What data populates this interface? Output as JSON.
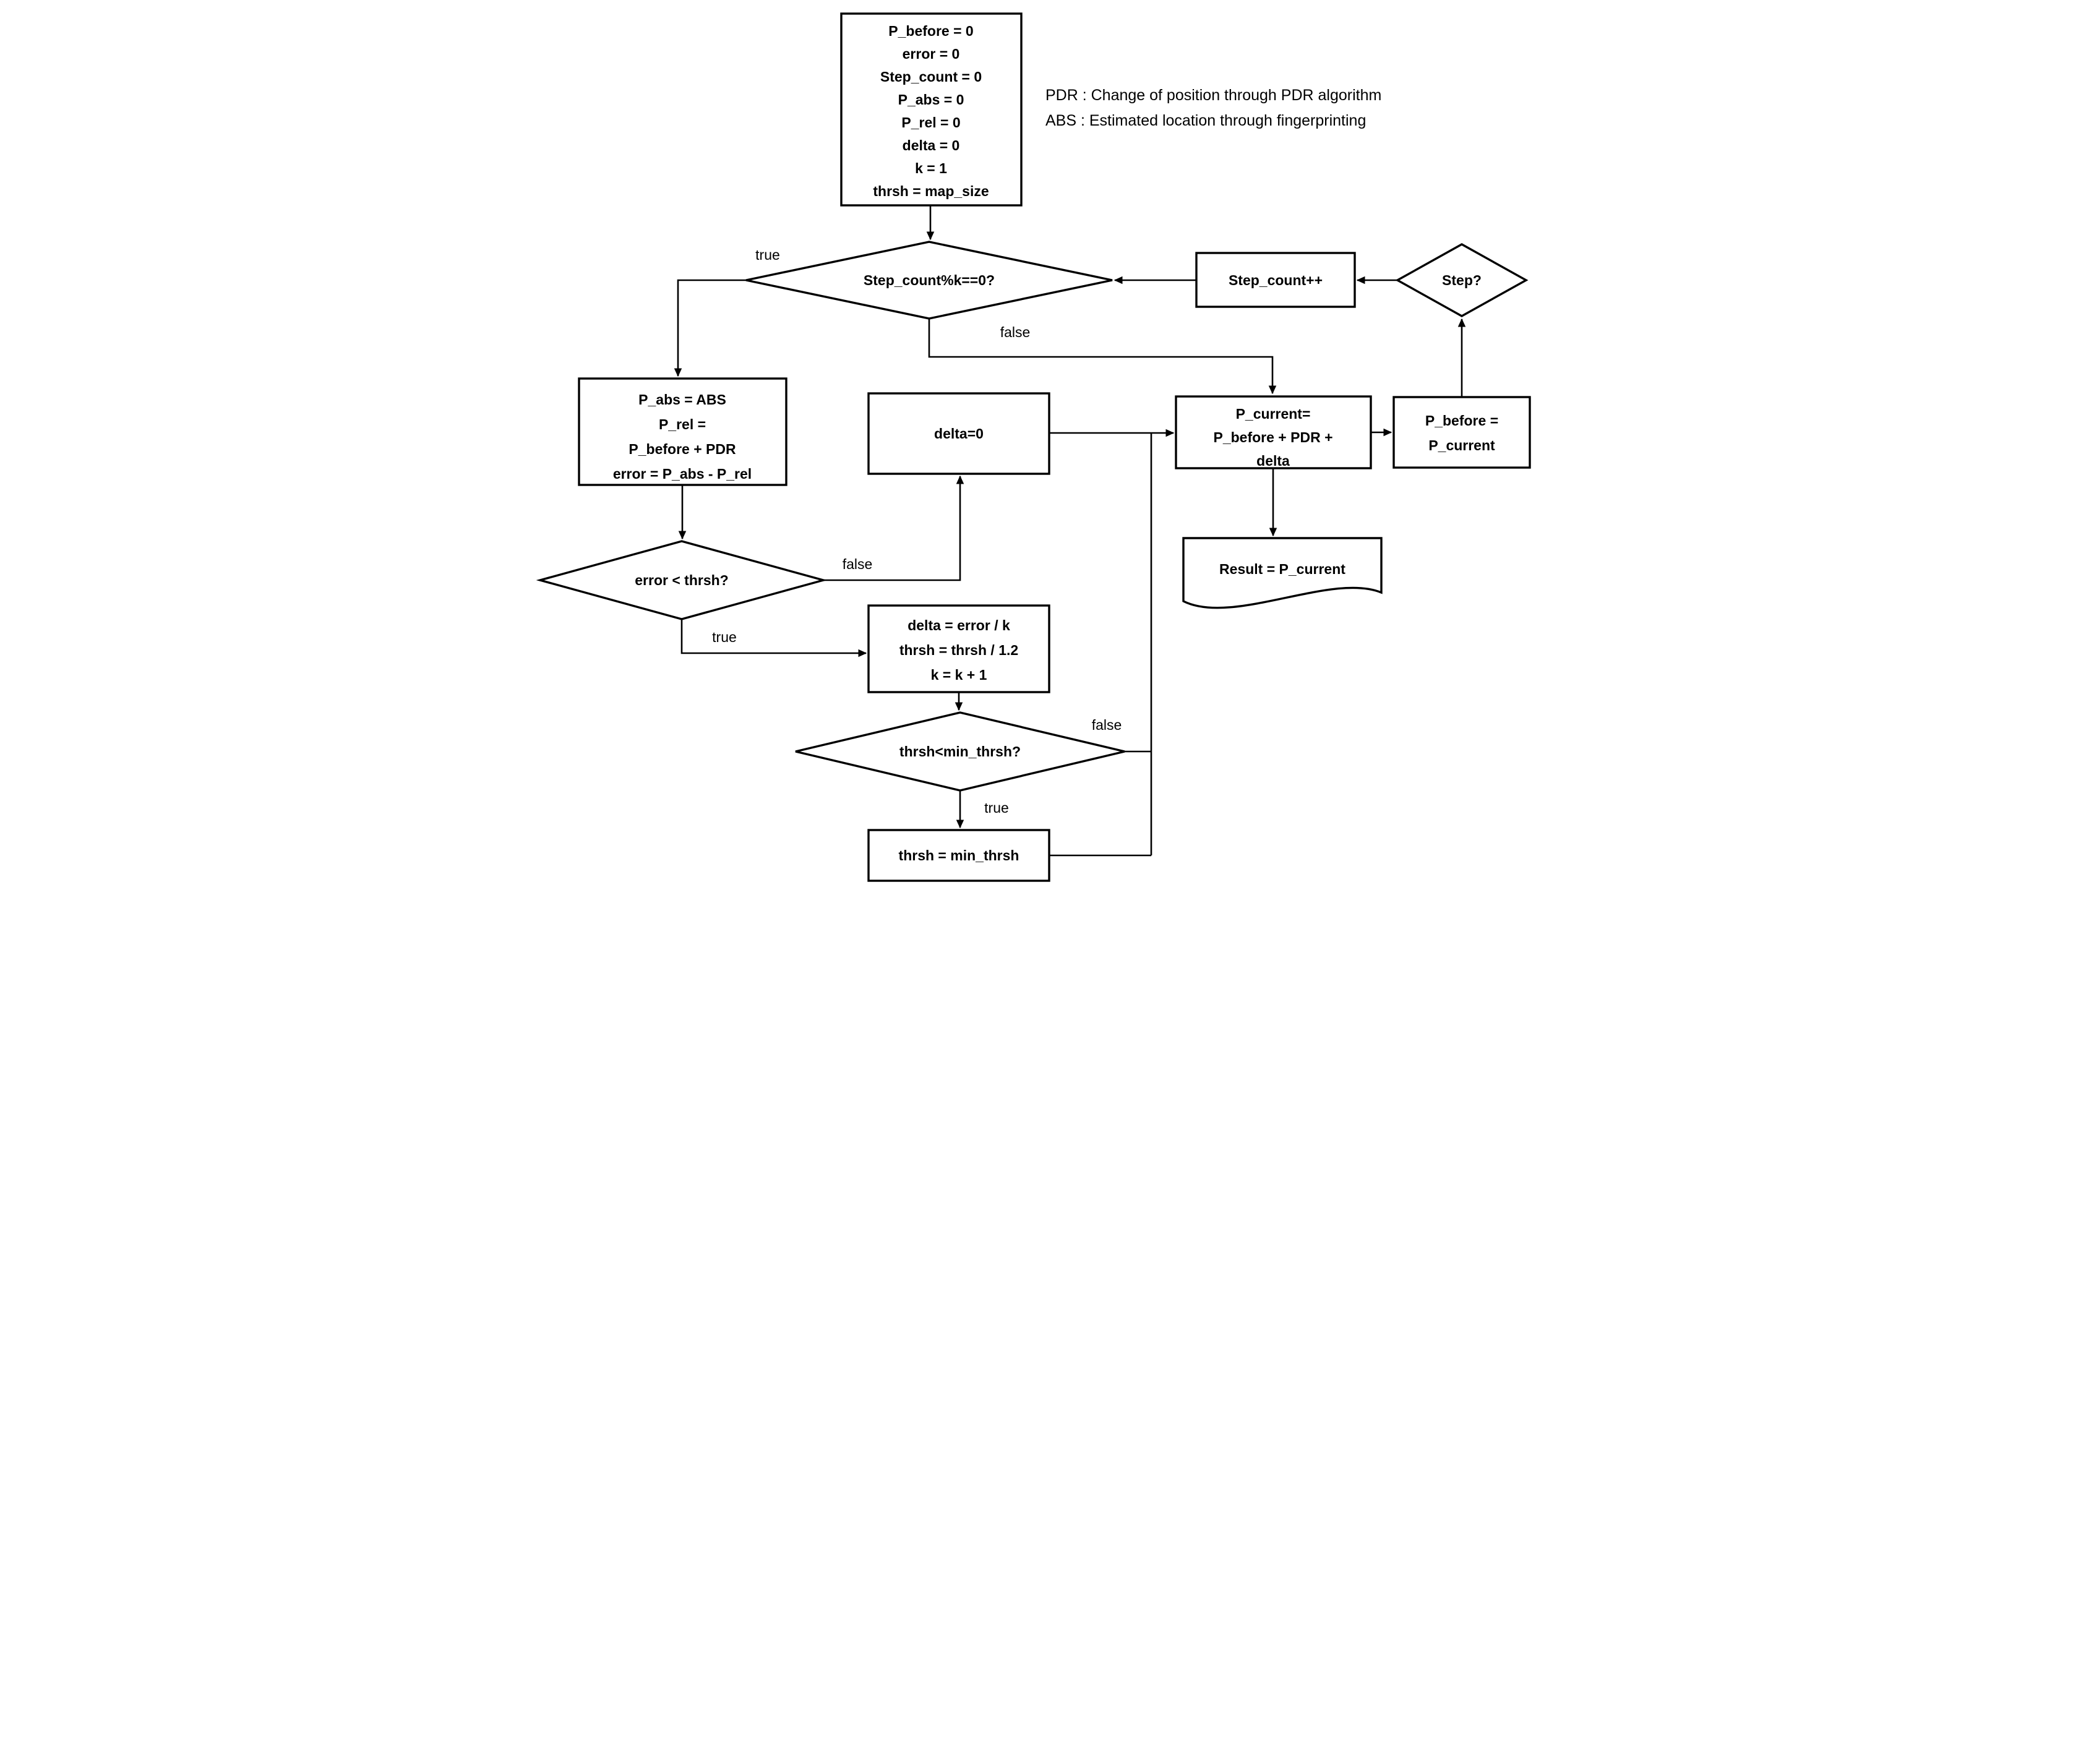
{
  "diagram": {
    "legend": {
      "line1": "PDR : Change of position through PDR algorithm",
      "line2": "ABS : Estimated location through fingerprinting"
    },
    "nodes": {
      "init": {
        "lines": [
          "P_before = 0",
          "error = 0",
          "Step_count = 0",
          "P_abs = 0",
          "P_rel = 0",
          "delta = 0",
          "k = 1",
          "thrsh = map_size"
        ]
      },
      "step_mod_check": {
        "label": "Step_count%k==0?"
      },
      "step_count_inc": {
        "label": "Step_count++"
      },
      "step_check": {
        "label": "Step?"
      },
      "abs_update": {
        "lines": [
          "P_abs = ABS",
          "P_rel =",
          "P_before + PDR",
          "error = P_abs - P_rel"
        ]
      },
      "delta_reset": {
        "label": "delta=0"
      },
      "p_current_update": {
        "lines": [
          "P_current=",
          "P_before + PDR +",
          "delta"
        ]
      },
      "p_before_update": {
        "lines": [
          "P_before =",
          "P_current"
        ]
      },
      "error_check": {
        "label": "error < thrsh?"
      },
      "result_output": {
        "label": "Result = P_current"
      },
      "delta_update": {
        "lines": [
          "delta = error / k",
          "thrsh = thrsh / 1.2",
          "k = k + 1"
        ]
      },
      "min_thrsh_check": {
        "label": "thrsh<min_thrsh?"
      },
      "min_thrsh_set": {
        "label": "thrsh = min_thrsh"
      }
    },
    "edge_labels": {
      "step_mod_true": "true",
      "step_mod_false": "false",
      "error_false": "false",
      "error_true": "true",
      "min_false": "false",
      "min_true": "true"
    },
    "colors": {
      "line": "#000000",
      "fill": "#ffffff",
      "text": "#000000"
    }
  }
}
